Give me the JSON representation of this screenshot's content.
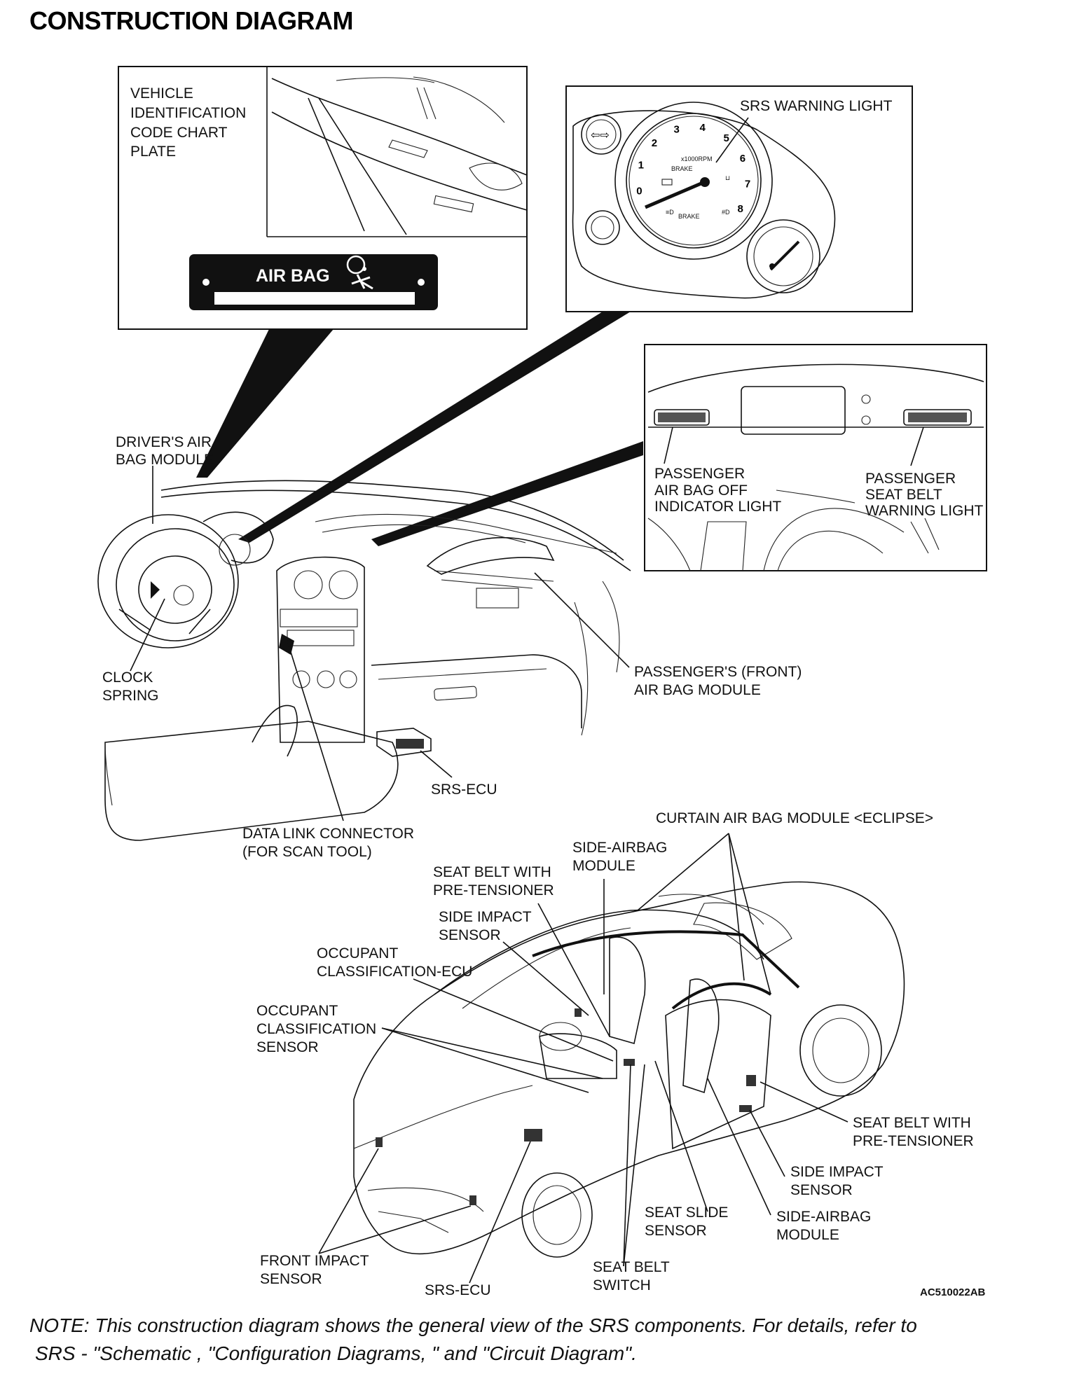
{
  "title": "CONSTRUCTION DIAGRAM",
  "inset_vin": {
    "label_lines": [
      "VEHICLE",
      "IDENTIFICATION",
      "CODE CHART",
      "PLATE"
    ],
    "plate_text": "AIR BAG"
  },
  "inset_cluster": {
    "label": "SRS WARNING LIGHT",
    "gauge_numbers": [
      "0",
      "1",
      "2",
      "3",
      "4",
      "5",
      "6",
      "7",
      "8"
    ],
    "gauge_unit": "x1000RPM"
  },
  "inset_dash": {
    "left_label_lines": [
      "PASSENGER",
      "AIR BAG OFF",
      "INDICATOR LIGHT"
    ],
    "right_label_lines": [
      "PASSENGER",
      "SEAT BELT",
      "WARNING LIGHT"
    ]
  },
  "dash_labels": {
    "driver_airbag": [
      "DRIVER'S AIR",
      "BAG MODULE"
    ],
    "clock_spring": [
      "CLOCK",
      "SPRING"
    ],
    "passenger_airbag": [
      "PASSENGER'S (FRONT)",
      "AIR BAG MODULE"
    ],
    "srs_ecu": "SRS-ECU",
    "data_link": [
      "DATA LINK CONNECTOR",
      "(FOR SCAN TOOL)"
    ]
  },
  "car_labels": {
    "curtain": "CURTAIN AIR BAG MODULE <ECLIPSE>",
    "side_airbag_top": [
      "SIDE-AIRBAG",
      "MODULE"
    ],
    "seatbelt_top": [
      "SEAT BELT WITH",
      "PRE-TENSIONER"
    ],
    "side_impact_top": [
      "SIDE IMPACT",
      "SENSOR"
    ],
    "occ_ecu": [
      "OCCUPANT",
      "CLASSIFICATION-ECU"
    ],
    "occ_sensor": [
      "OCCUPANT",
      "CLASSIFICATION",
      "SENSOR"
    ],
    "seatbelt_right": [
      "SEAT BELT WITH",
      "PRE-TENSIONER"
    ],
    "side_impact_right": [
      "SIDE IMPACT",
      "SENSOR"
    ],
    "side_airbag_bottom": [
      "SIDE-AIRBAG",
      "MODULE"
    ],
    "seat_slide": [
      "SEAT SLIDE",
      "SENSOR"
    ],
    "seat_belt_switch": [
      "SEAT BELT",
      "SWITCH"
    ],
    "front_impact": [
      "FRONT IMPACT",
      "SENSOR"
    ],
    "srs_ecu_bottom": "SRS-ECU"
  },
  "figure_code": "AC510022AB",
  "note_lines": [
    "NOTE: This construction diagram shows the general view of the SRS components. For details, refer to",
    "SRS  -   \"Schematic , \"Configuration Diagrams, \" and \"Circuit Diagram\"."
  ]
}
